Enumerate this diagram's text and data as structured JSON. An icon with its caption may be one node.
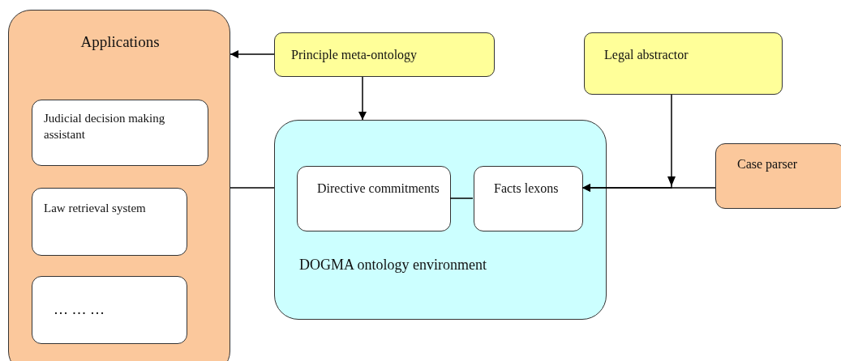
{
  "diagram": {
    "nodes": [
      {
        "text": [
          "Applications"
        ]
      },
      {
        "text": [
          "Judicial decision making assistant"
        ],
        "in": 0
      },
      {
        "text": [
          "Law retrieval system"
        ],
        "in": 0
      },
      {
        "text": [
          "… … …"
        ],
        "in": 0
      },
      {
        "text": [
          "Principle meta-ontology"
        ]
      },
      {
        "text": [
          "Legal abstractor"
        ]
      },
      {
        "text": [
          "DOGMA ontology environment"
        ]
      },
      {
        "text": [
          "Directive commitments"
        ],
        "in": 6
      },
      {
        "text": [
          "Facts lexons"
        ],
        "in": 6
      },
      {
        "text": [
          "Case parser"
        ]
      }
    ],
    "edges": [
      {
        "from": 4,
        "to": 0,
        "arrow": "to"
      },
      {
        "from": 4,
        "to": 6,
        "arrow": "to"
      },
      {
        "from": 0,
        "to": 6,
        "arrow": "none"
      },
      {
        "from": 7,
        "to": 8,
        "arrow": "none"
      },
      {
        "from": 9,
        "to": 8,
        "arrow": "to"
      },
      {
        "from": 5,
        "to": 8,
        "arrow": "to"
      }
    ]
  }
}
